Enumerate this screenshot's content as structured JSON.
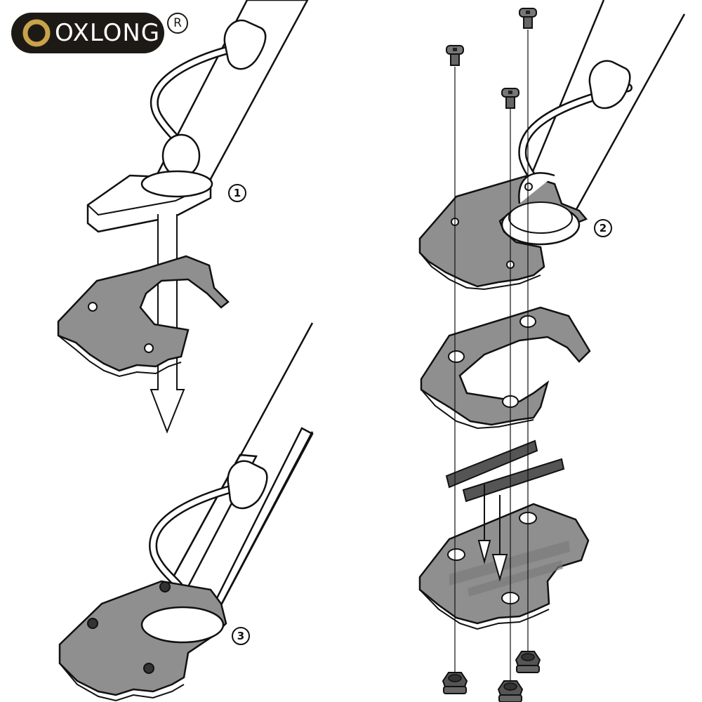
{
  "brand": {
    "name": "OXLONG",
    "registered_mark": "R",
    "logo_icon": "gold-ring-o-icon",
    "accent_color": "#c9a24a",
    "badge_color": "#1d1a16"
  },
  "steps": [
    {
      "number": "1"
    },
    {
      "number": "2"
    },
    {
      "number": "3"
    }
  ],
  "colors": {
    "plate_fill": "#8f8f8f",
    "plate_stroke": "#111111",
    "line": "#111111",
    "background": "#ffffff"
  }
}
